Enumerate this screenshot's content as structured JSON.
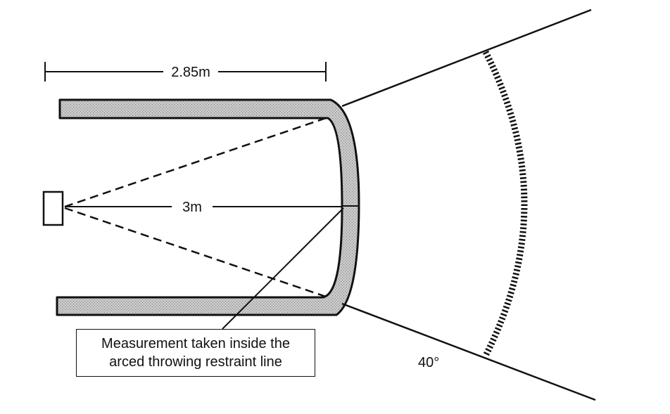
{
  "runway_width_label": "2.85m",
  "distance_label": "3m",
  "sector_angle_label": "40°",
  "note": {
    "line1": "Measurement taken inside the",
    "line2": "arced throwing restraint line"
  }
}
